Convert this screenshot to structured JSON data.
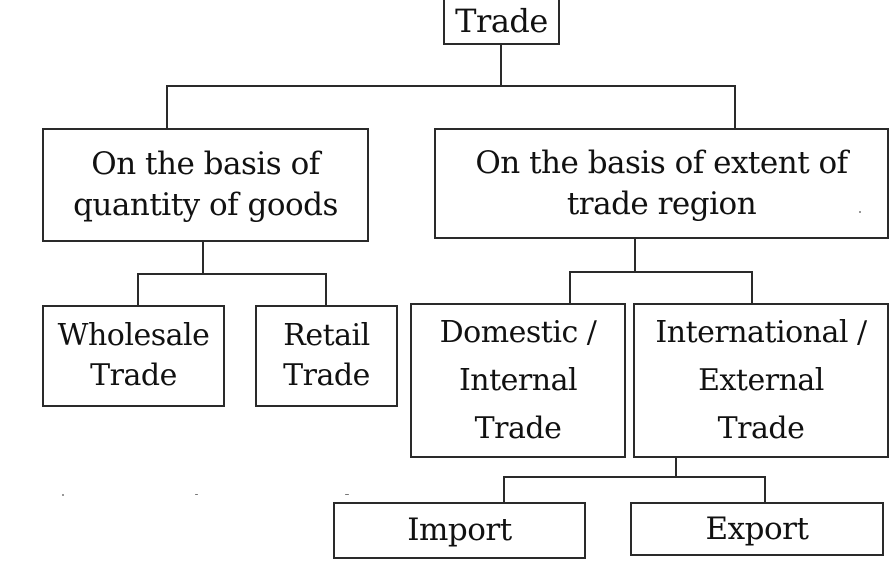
{
  "diagram": {
    "type": "hierarchy-tree",
    "root": {
      "id": "trade",
      "label": "Trade"
    },
    "level1": [
      {
        "id": "quantity",
        "lines": [
          "On the basis of",
          "quantity of goods"
        ],
        "children": [
          {
            "id": "wholesale",
            "lines": [
              "Wholesale",
              "Trade"
            ]
          },
          {
            "id": "retail",
            "lines": [
              "Retail",
              "Trade"
            ]
          }
        ]
      },
      {
        "id": "region",
        "lines": [
          "On the basis of extent of",
          "trade region"
        ],
        "children": [
          {
            "id": "domestic",
            "lines": [
              "Domestic /",
              "Internal",
              "Trade"
            ]
          },
          {
            "id": "international",
            "lines": [
              "International /",
              "External",
              "Trade"
            ],
            "children": [
              {
                "id": "import",
                "label": "Import"
              },
              {
                "id": "export",
                "label": "Export"
              }
            ]
          }
        ]
      }
    ]
  }
}
